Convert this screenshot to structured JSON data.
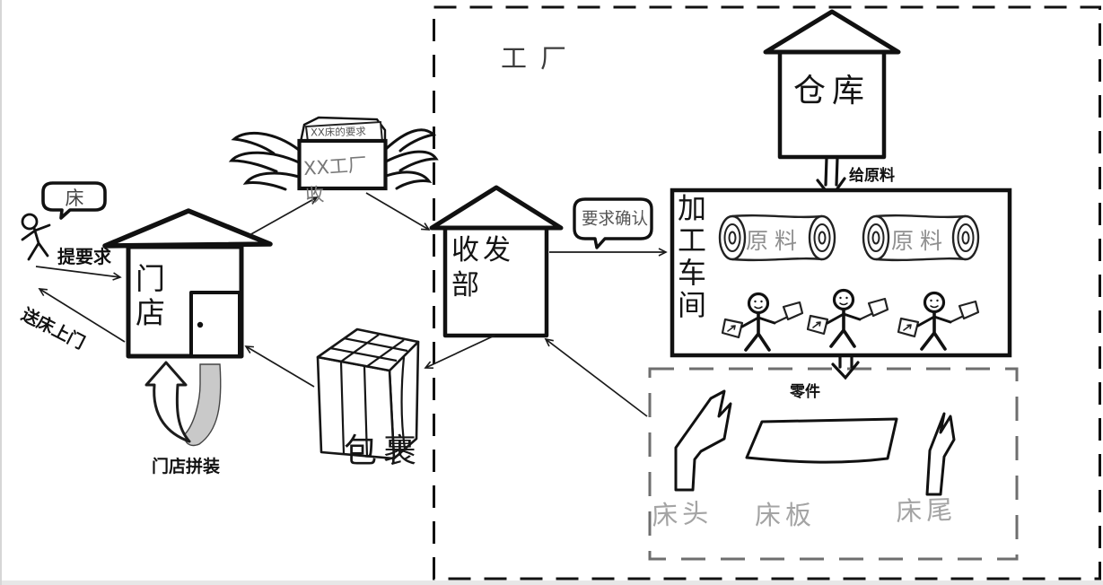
{
  "left": {
    "bubble_text": "床",
    "request": "提要求",
    "deliver": "送床上门",
    "store": "门店",
    "assemble": "门店拼装",
    "package": "包裹"
  },
  "letter": {
    "paper": "XX床的要求",
    "address": "XX工厂收"
  },
  "factory": {
    "title": "工厂",
    "warehouse": "仓库",
    "supply": "给原料",
    "dispatch": "收发部",
    "confirm": "要求确认",
    "workshop": "加工车间",
    "material": "原料",
    "parts_title": "零件",
    "part_head": "床头",
    "part_board": "床板",
    "part_tail": "床尾"
  },
  "colors": {
    "ink": "#1a1a1a",
    "hand_gray": "#8f8f8f",
    "light_gray": "#a4a4a4",
    "ribbon_gray": "#c9c9c9"
  }
}
